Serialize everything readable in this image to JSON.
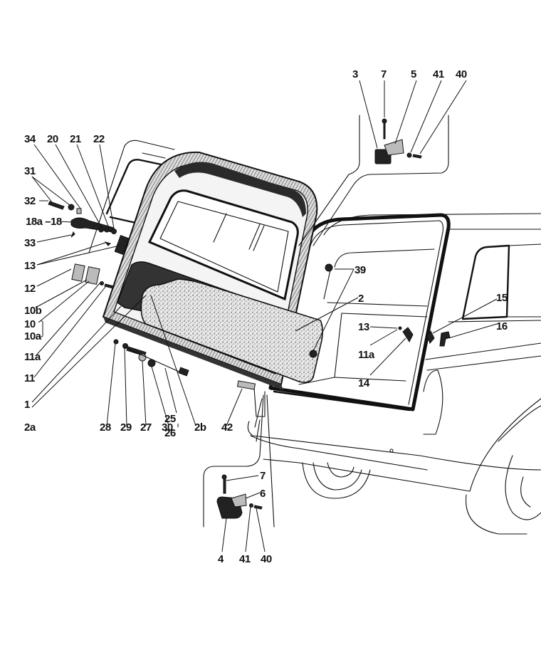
{
  "diagram": {
    "type": "exploded-parts-diagram",
    "subject": "Rear door assembly (estate car)",
    "top_hinge_callouts": [
      "3",
      "7",
      "5",
      "41",
      "40"
    ],
    "bottom_hinge_callouts": [
      "7",
      "6",
      "4",
      "41",
      "40"
    ],
    "left_callouts": [
      "34",
      "20",
      "21",
      "22",
      "31",
      "32",
      "18a",
      "18",
      "33",
      "13",
      "12",
      "10b",
      "10",
      "10a",
      "11a",
      "11",
      "1",
      "2a"
    ],
    "bottom_callouts": [
      "28",
      "29",
      "27",
      "30",
      "25",
      "26",
      "2b",
      "42"
    ],
    "right_callouts": [
      "39",
      "2",
      "13",
      "11a",
      "14",
      "15",
      "16"
    ]
  },
  "labels": {
    "l3": "3",
    "l7t": "7",
    "l5": "5",
    "l41t": "41",
    "l40t": "40",
    "l34": "34",
    "l20": "20",
    "l21": "21",
    "l22": "22",
    "l31": "31",
    "l32": "32",
    "l18a18": "18a –18",
    "l33": "33",
    "l13a": "13",
    "l12": "12",
    "l10b": "10b",
    "l10": "10",
    "l10a": "10a",
    "l11a": "11a",
    "l11": "11",
    "l1": "1",
    "l2a": "2a",
    "l28": "28",
    "l29": "29",
    "l27": "27",
    "l30": "30",
    "l25": "25",
    "l26": "26",
    "l2b": "2b",
    "l42": "42",
    "l39": "39",
    "l2": "2",
    "l13b": "13",
    "l11ab": "11a",
    "l14": "14",
    "l15": "15",
    "l16": "16",
    "l7b": "7",
    "l6": "6",
    "l4": "4",
    "l41b": "41",
    "l40b": "40"
  }
}
